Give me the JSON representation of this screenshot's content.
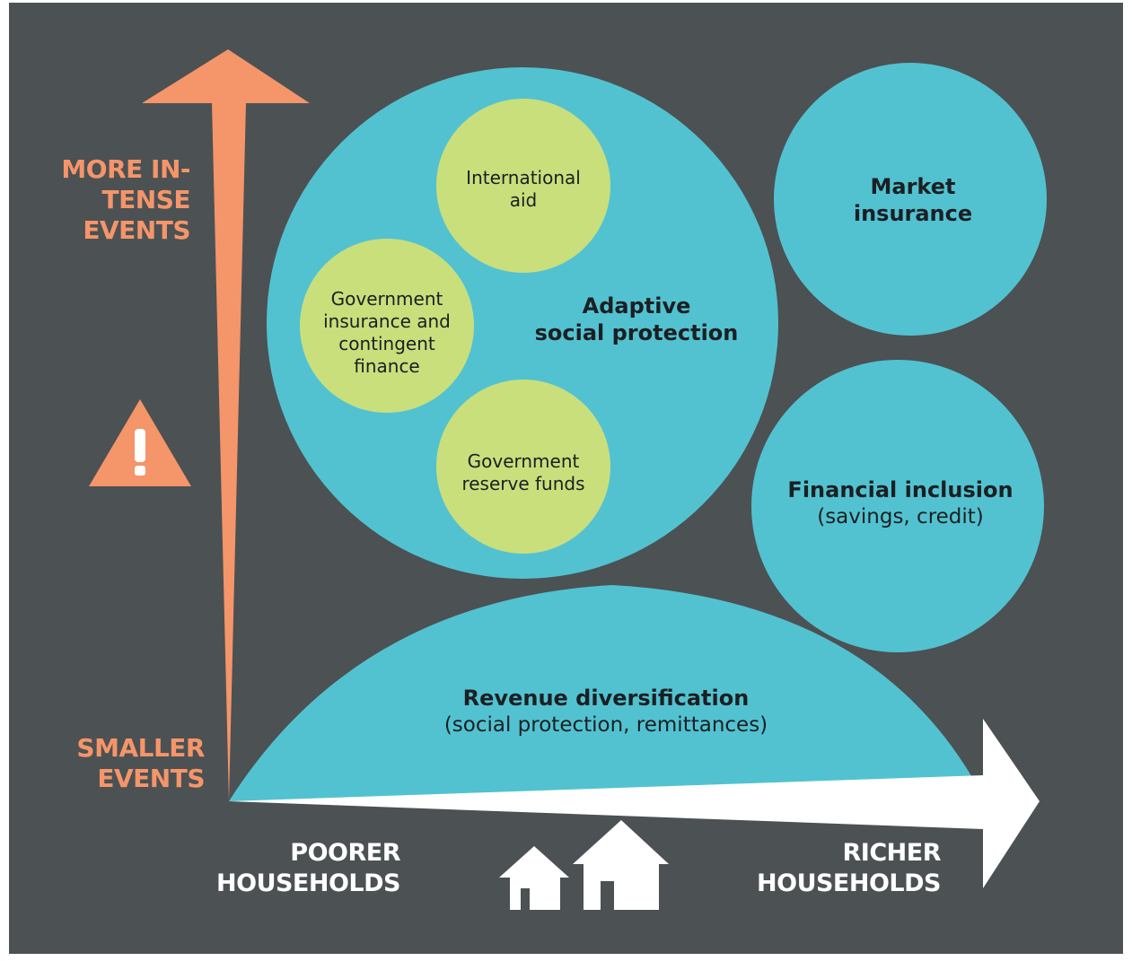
{
  "colors": {
    "background": "#4c5153",
    "frame": "#ffffff",
    "blue_circle": "#52c2d1",
    "green_circle": "#c9df7c",
    "orange_accent": "#f4956a",
    "white_accent": "#ffffff",
    "text_dark": "#1c1f22"
  },
  "vertical_axis": {
    "top_label": [
      "MORE IN-",
      "TENSE",
      "EVENTS"
    ],
    "bottom_label": [
      "SMALLER",
      "EVENTS"
    ],
    "icon": "warning-triangle-icon"
  },
  "horizontal_axis": {
    "left_label": [
      "POORER",
      "HOUSEHOLDS"
    ],
    "right_label": [
      "RICHER",
      "HOUSEHOLDS"
    ],
    "icon": "houses-icon"
  },
  "nodes": {
    "adaptive_social_protection": [
      "Adaptive",
      "social protection"
    ],
    "international_aid": [
      "International",
      "aid"
    ],
    "government_insurance": [
      "Government",
      "insurance and",
      "contingent",
      "finance"
    ],
    "government_reserve_funds": [
      "Government",
      "reserve funds"
    ],
    "market_insurance": [
      "Market",
      "insurance"
    ],
    "financial_inclusion": {
      "title": "Financial inclusion",
      "subtitle": "(savings, credit)"
    },
    "revenue_diversification": {
      "title": "Revenue diversification",
      "subtitle": "(social protection, remittances)"
    }
  }
}
